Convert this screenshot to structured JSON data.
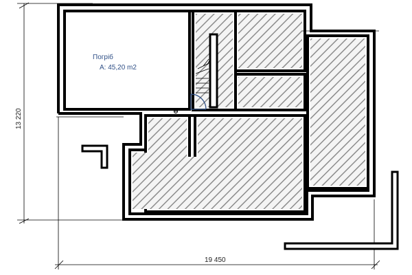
{
  "plan": {
    "room": {
      "name": "Погріб",
      "area": "А: 45,20 m2"
    },
    "dimensions": {
      "width": "19 450",
      "height": "13 220"
    },
    "colors": {
      "wall": "#000000",
      "hatch": "#8c8c8c",
      "room_text": "#2f4f86",
      "background": "#ffffff"
    }
  }
}
